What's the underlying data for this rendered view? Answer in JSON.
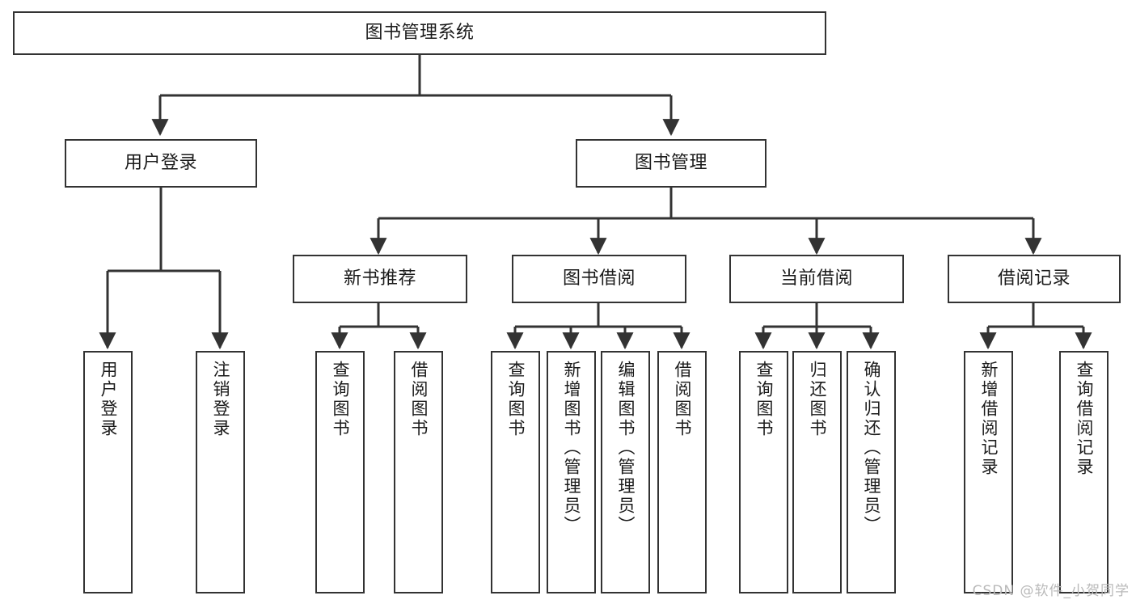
{
  "diagram": {
    "type": "tree",
    "title": "图书管理系统",
    "root": {
      "label": "图书管理系统"
    },
    "level1": [
      {
        "label": "用户登录"
      },
      {
        "label": "图书管理"
      }
    ],
    "level2": [
      {
        "label": "新书推荐"
      },
      {
        "label": "图书借阅"
      },
      {
        "label": "当前借阅"
      },
      {
        "label": "借阅记录"
      }
    ],
    "leaves": {
      "user_login": [
        {
          "label": "用户登录"
        },
        {
          "label": "注销登录"
        }
      ],
      "new_book_recommend": [
        {
          "label": "查询图书"
        },
        {
          "label": "借阅图书"
        }
      ],
      "book_borrow": [
        {
          "label": "查询图书"
        },
        {
          "label": "新增图书（管理员）"
        },
        {
          "label": "编辑图书（管理员）"
        },
        {
          "label": "借阅图书"
        }
      ],
      "current_borrow": [
        {
          "label": "查询图书"
        },
        {
          "label": "归还图书"
        },
        {
          "label": "确认归还（管理员）"
        }
      ],
      "borrow_record": [
        {
          "label": "新增借阅记录"
        },
        {
          "label": "查询借阅记录"
        }
      ]
    }
  },
  "watermark": {
    "text": "CSDN @软件_小贺同学"
  },
  "colors": {
    "stroke": "#333333",
    "background": "#ffffff",
    "text": "#1b1b1b",
    "watermark": "#b9b9b9"
  }
}
